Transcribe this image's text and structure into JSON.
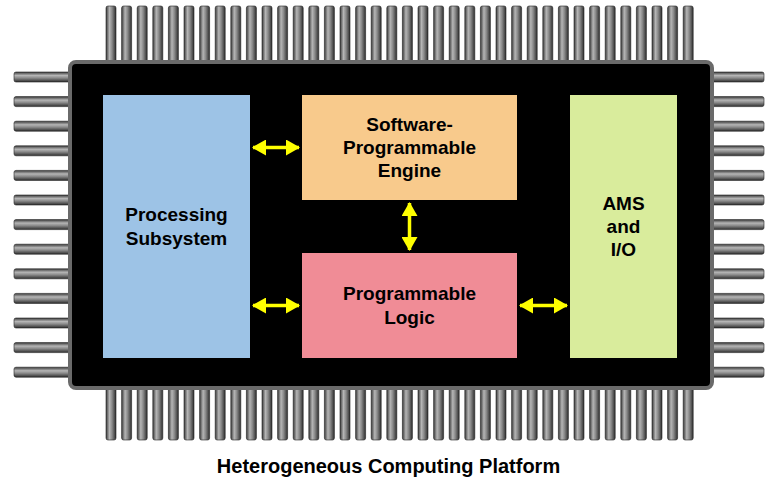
{
  "diagram": {
    "caption": "Heterogeneous Computing Platform",
    "nodes": [
      {
        "text": [
          "Processing Subsystem"
        ]
      },
      {
        "text": [
          "Software-Programmable Engine"
        ]
      },
      {
        "text": [
          "Programmable Logic"
        ]
      },
      {
        "text": [
          "AMS and I/O"
        ]
      }
    ],
    "edges": [
      {
        "from": 0,
        "to": 1,
        "arrow": "both"
      },
      {
        "from": 1,
        "to": 2,
        "arrow": "both"
      },
      {
        "from": 0,
        "to": 2,
        "arrow": "both"
      },
      {
        "from": 2,
        "to": 3,
        "arrow": "both"
      }
    ]
  }
}
